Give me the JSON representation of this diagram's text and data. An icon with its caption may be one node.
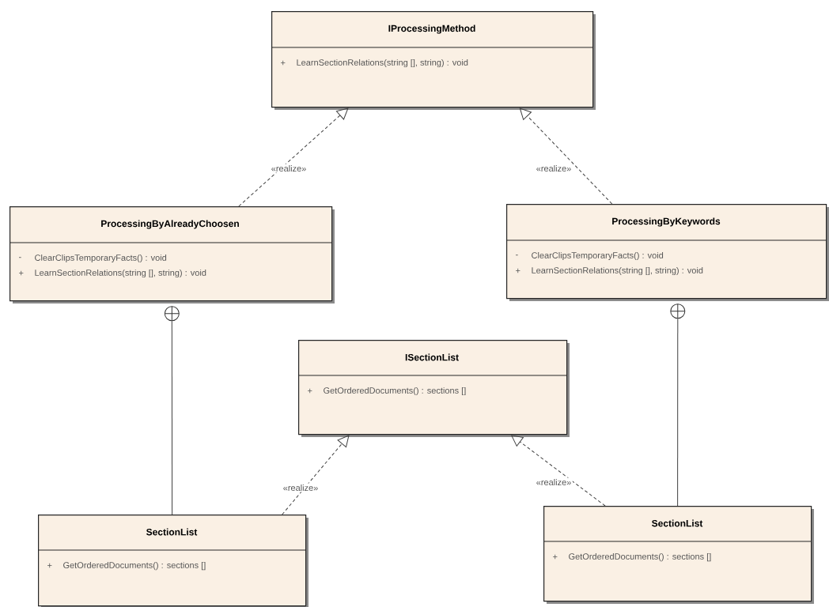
{
  "diagram": {
    "nodes": [
      {
        "text": [
          "IProcessingMethod",
          "+",
          "LearnSectionRelations(string [], string) : void"
        ]
      },
      {
        "text": [
          "ProcessingByAlreadyChoosen",
          "-",
          "ClearClipsTemporaryFacts() : void",
          "+",
          "LearnSectionRelations(string [], string) : void"
        ]
      },
      {
        "text": [
          "ProcessingByKeywords",
          "-",
          "ClearClipsTemporaryFacts() : void",
          "+",
          "LearnSectionRelations(string [], string) : void"
        ]
      },
      {
        "text": [
          "ISectionList",
          "+",
          "GetOrderedDocuments() : sections []"
        ]
      },
      {
        "text": [
          "SectionList",
          "+",
          "GetOrderedDocuments() : sections []"
        ]
      },
      {
        "text": [
          "SectionList",
          "+",
          "GetOrderedDocuments() : sections []"
        ]
      }
    ],
    "edges": [
      {
        "from": 1,
        "to": 0,
        "arrow": "to",
        "style": "dashed",
        "label": "«realize»"
      },
      {
        "from": 2,
        "to": 0,
        "arrow": "to",
        "style": "dashed",
        "label": "«realize»"
      },
      {
        "from": 4,
        "to": 3,
        "arrow": "to",
        "style": "dashed",
        "label": "«realize»"
      },
      {
        "from": 5,
        "to": 3,
        "arrow": "to",
        "style": "dashed",
        "label": "«realize»"
      },
      {
        "from": 4,
        "to": 1,
        "arrow": "other"
      },
      {
        "from": 5,
        "to": 2,
        "arrow": "other"
      }
    ]
  }
}
